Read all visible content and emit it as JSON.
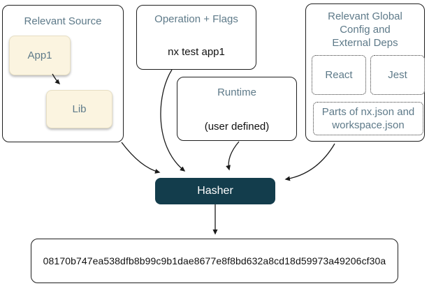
{
  "panels": {
    "source": {
      "title": "Relevant Source",
      "nodes": {
        "app": "App1",
        "lib": "Lib"
      }
    },
    "operation": {
      "title": "Operation + Flags",
      "command": "nx test app1"
    },
    "runtime": {
      "title": "Runtime",
      "value": "(user defined)"
    },
    "global": {
      "title": "Relevant Global Config and External Deps",
      "dep1": "React",
      "dep2": "Jest",
      "config": "Parts of nx.json and workspace.json"
    }
  },
  "hasher": {
    "label": "Hasher"
  },
  "output": {
    "hash": "08170b747ea538dfb8b99c9b1dae8677e8f8bd632a8cd18d59973a49206cf30a"
  },
  "colors": {
    "heading": "#5e7a89",
    "node_fill": "#fbf4e0",
    "hasher_fill": "#133d4c",
    "hasher_text": "#ffffff",
    "arrow": "#1a1a1a"
  }
}
